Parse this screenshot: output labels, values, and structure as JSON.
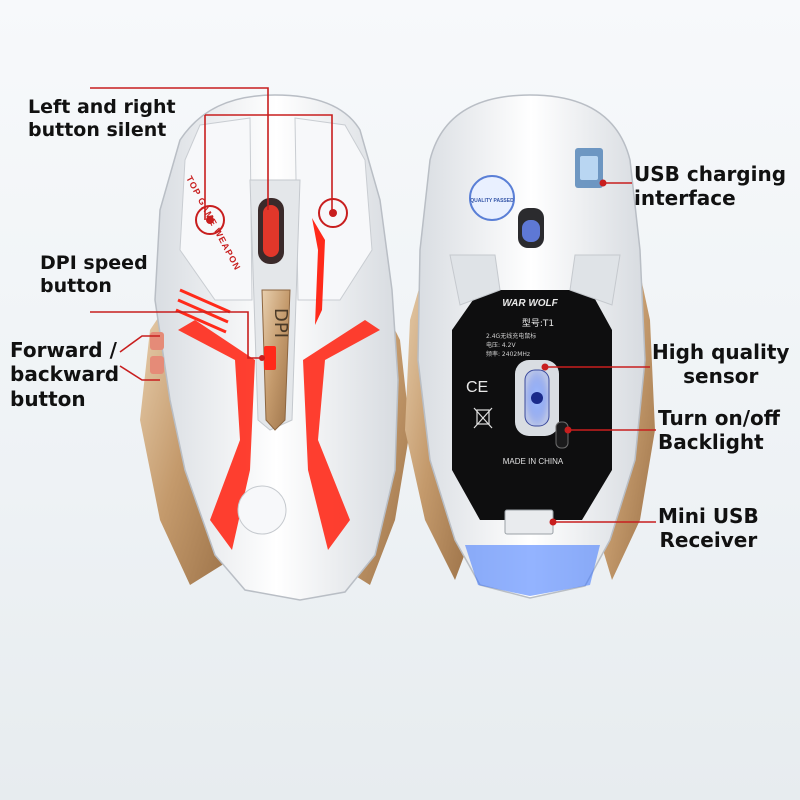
{
  "labels": {
    "left_right_silent": "Left and right\nbutton silent",
    "dpi_speed": "DPI speed\nbutton",
    "forward_backward": "Forward /\nbackward\nbutton",
    "usb_charging": "USB charging\ninterface",
    "high_quality_sensor": "High quality\nsensor",
    "backlight": "Turn on/off\nBacklight",
    "mini_usb_receiver": "Mini USB\nReceiver"
  },
  "mouse_top": {
    "side_text": "TOP GAME WEAPON",
    "dpi_text": "DPI"
  },
  "mouse_bottom": {
    "brand": "WAR WOLF",
    "model": "型号:T1",
    "spec_line_1": "2.4G无线充电鼠标",
    "spec_line_2": "电压: 4.2V",
    "spec_line_3": "频率: 2402MHz",
    "ce_mark": "CE",
    "origin": "MADE IN CHINA",
    "seal_text": "QUALITY PASSED"
  },
  "colors": {
    "accent_red": "#c81e1e",
    "led_red": "#ff2a1a",
    "gold": "#c9a27a",
    "shell_white": "#f4f5f7",
    "led_blue": "#3b74ff"
  }
}
